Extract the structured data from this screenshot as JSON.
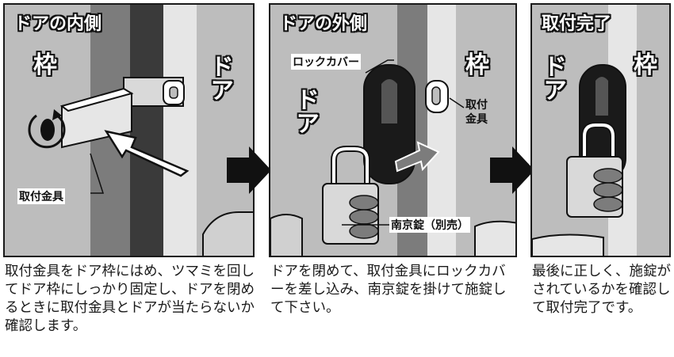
{
  "panels": [
    {
      "title": "ドアの内側",
      "frame_label": "枠",
      "door_label": "ドア",
      "callout": "取付金具"
    },
    {
      "title": "ドアの外側",
      "door_label": "ドア",
      "frame_label": "枠",
      "callout_cover": "ロックカバー",
      "callout_fitting": "取付\n金具",
      "callout_lock": "南京錠（別売）"
    },
    {
      "title": "取付完了",
      "door_label": "ドア",
      "frame_label": "枠"
    }
  ],
  "descriptions": [
    "取付金具をドア枠にはめ、ツマミを回してドア枠にしっかり固定し、ドアを閉めるときに取付金具とドアが当たらないか確認します。",
    "ドアを閉めて、取付金具にロックカバーを差し込み、南京錠を掛けて施錠して下さい。",
    "最後に正しく、施錠がされているかを確認して取付完了です。"
  ],
  "colors": {
    "dark": "#1a1a1a",
    "stripe_dark": "#3a3a3a",
    "stripe_mid": "#7c7c7c",
    "stripe_light": "#e6e6e6",
    "bg": "#bdbdbd"
  }
}
